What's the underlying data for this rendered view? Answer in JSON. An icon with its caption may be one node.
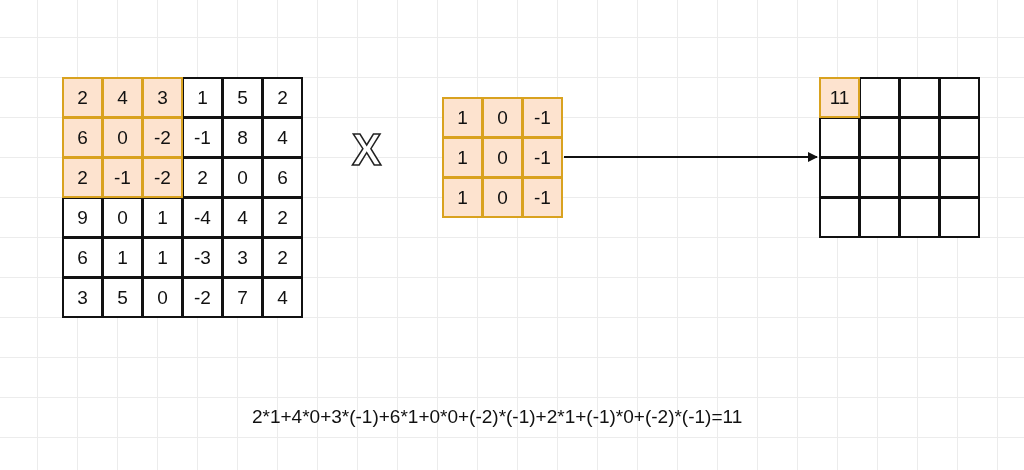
{
  "diagram": {
    "nodes": [
      {
        "text": [],
        "shape": "box"
      },
      {
        "text": [],
        "shape": "box"
      },
      {
        "text": [],
        "shape": "box"
      }
    ],
    "edges": [
      {
        "from": 1,
        "to": 2,
        "arrow": "to"
      }
    ],
    "labels": [
      "2",
      "4",
      "3",
      "1",
      "5",
      "2",
      "6",
      "0",
      "-2",
      "-1",
      "8",
      "4",
      "2",
      "-1",
      "-2",
      "2",
      "0",
      "6",
      "9",
      "0",
      "1",
      "-4",
      "4",
      "2",
      "6",
      "1",
      "1",
      "-3",
      "3",
      "2",
      "3",
      "5",
      "0",
      "-2",
      "7",
      "4",
      "X",
      "1",
      "0",
      "-1",
      "1",
      "0",
      "-1",
      "1",
      "0",
      "-1",
      "11",
      "2*1+4*0+3*(-1)+6*1+0*0+(-2)*(-1)+2*1+(-1)*0+(-2)*(-1)=11"
    ]
  }
}
